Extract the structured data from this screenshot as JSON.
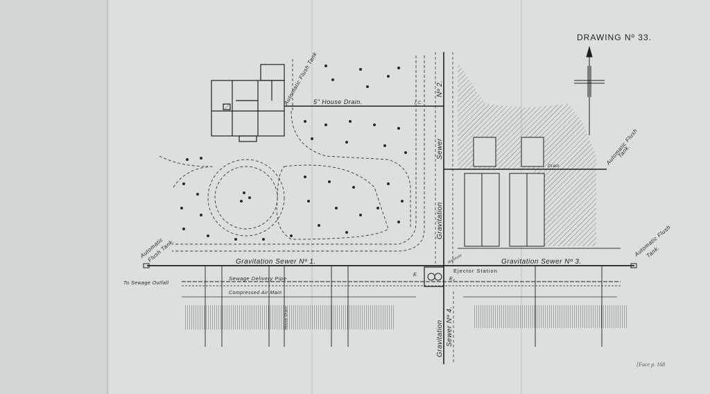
{
  "drawing_title": "DRAWING Nº 33.",
  "labels": {
    "flush_tank_top": "Automatic Flush Tank",
    "house_drain": "5\" House Drain.",
    "sewer_no2_a": "Sewer",
    "sewer_no2_b": "Nº 2.",
    "gravitation_mid": "Gravitation",
    "sewer_no1": "Gravitation Sewer Nº 1.",
    "sewer_no3": "Gravitation Sewer Nº 3.",
    "sewer_no4_a": "Gravitation",
    "sewer_no4_b": "Sewer Nº 4.",
    "flush_tank_left_a": "Automatic",
    "flush_tank_left_b": "Flush Tank.",
    "flush_tank_right_a": "Automatic Flush",
    "flush_tank_right_b": "Tank.",
    "flush_tank_far_right_a": "Automatic Flush",
    "flush_tank_far_right_b": "Tank.",
    "ejector_station": "Ejector Station",
    "to_sewage_outfall": "To Sewage Outfall",
    "sewage_delivery_pipe": "Sewage Delivery Pipe",
    "compressed_air_main": "Compressed Air Main",
    "house_drain_vertical": "House Drain",
    "drain_small": "Drain",
    "manhole": "Manhole",
    "ic_mark": "I.C.",
    "e1": "E.",
    "e2": "E₂",
    "face_page": "[Face p. 168"
  },
  "colors": {
    "paper": "#dcdfe0",
    "ink": "#1e1e1e",
    "hatch": "#6a6a6a"
  }
}
